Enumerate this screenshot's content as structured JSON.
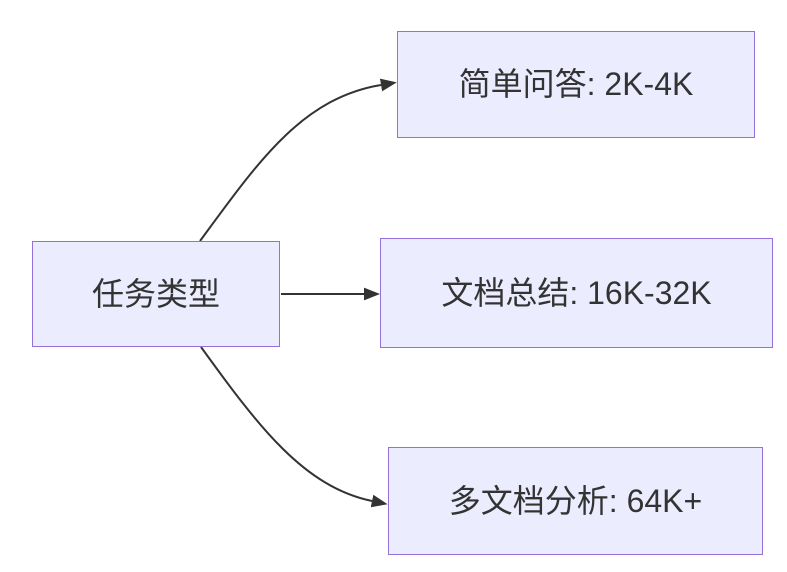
{
  "diagram": {
    "type": "flowchart",
    "direction": "left-to-right",
    "root": {
      "label": "任务类型"
    },
    "children": [
      {
        "label": "简单问答: 2K-4K"
      },
      {
        "label": "文档总结: 16K-32K"
      },
      {
        "label": "多文档分析: 64K+"
      }
    ],
    "edges": [
      {
        "from": "任务类型",
        "to": "简单问答: 2K-4K"
      },
      {
        "from": "任务类型",
        "to": "文档总结: 16K-32K"
      },
      {
        "from": "任务类型",
        "to": "多文档分析: 64K+"
      }
    ],
    "colors": {
      "node_fill": "#ECECFF",
      "node_border": "#9370DB",
      "edge": "#333333",
      "text": "#333333",
      "background": "#FFFFFF"
    }
  }
}
